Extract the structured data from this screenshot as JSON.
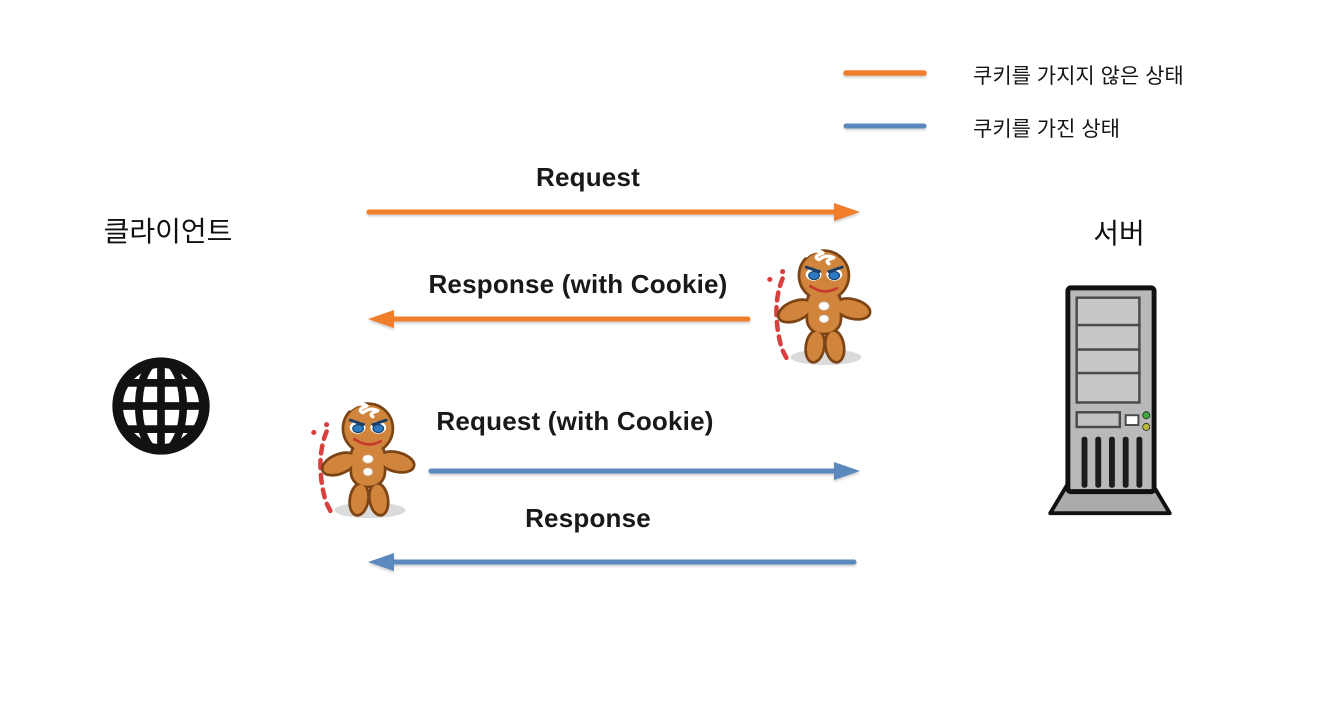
{
  "legend": {
    "items": [
      {
        "label": "쿠키를 가지지 않은 상태",
        "color": "#F07E2B",
        "state": "without-cookie"
      },
      {
        "label": "쿠키를 가진 상태",
        "color": "#5B88BD",
        "state": "with-cookie"
      }
    ]
  },
  "client": {
    "label": "클라이언트",
    "icon": "globe-icon"
  },
  "server": {
    "label": "서버",
    "icon": "server-tower-icon"
  },
  "messages": [
    {
      "label": "Request",
      "direction": "client-to-server",
      "cookie_state": "without-cookie",
      "color": "#F07E2B"
    },
    {
      "label": "Response (with Cookie)",
      "direction": "server-to-client",
      "cookie_state": "without-cookie",
      "color": "#F07E2B"
    },
    {
      "label": "Request (with Cookie)",
      "direction": "client-to-server",
      "cookie_state": "with-cookie",
      "color": "#5B88BD"
    },
    {
      "label": "Response",
      "direction": "server-to-client",
      "cookie_state": "with-cookie",
      "color": "#5B88BD"
    }
  ],
  "icons": {
    "client": "globe-icon",
    "server": "server-tower-icon",
    "cookie_mascot": "gingerbread-cookie-icon"
  },
  "colors": {
    "orange": "#F07E2B",
    "blue": "#5B88BD",
    "text": "#1a1a1a",
    "cookie_body": "#D0843C",
    "cookie_outline": "#7C4414",
    "candy_red": "#D84040"
  }
}
